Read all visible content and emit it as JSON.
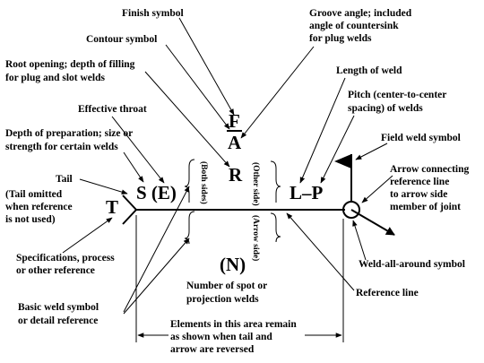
{
  "labels": {
    "finish_symbol": "Finish symbol",
    "contour_symbol": "Contour symbol",
    "root_opening_1": "Root opening; depth of filling",
    "root_opening_2": "for plug and slot welds",
    "effective_throat": "Effective throat",
    "depth_prep_1": "Depth of preparation; size or",
    "depth_prep_2": "strength for certain welds",
    "tail": "Tail",
    "tail_omitted_1": "(Tail omitted",
    "tail_omitted_2": "when reference",
    "tail_omitted_3": "is not used)",
    "specs_1": "Specifications, process",
    "specs_2": "or other reference",
    "basic_weld_1": "Basic weld symbol",
    "basic_weld_2": "or detail reference",
    "groove_angle_1": "Groove angle; included",
    "groove_angle_2": "angle of countersink",
    "groove_angle_3": "for plug welds",
    "length_of_weld": "Length of weld",
    "pitch_1": "Pitch (center-to-center",
    "pitch_2": "spacing) of welds",
    "field_weld": "Field weld symbol",
    "arrow_conn_1": "Arrow connecting",
    "arrow_conn_2": "reference line",
    "arrow_conn_3": "to arrow side",
    "arrow_conn_4": "member of joint",
    "weld_all_around": "Weld-all-around symbol",
    "reference_line": "Reference line",
    "num_spot_1": "Number of spot or",
    "num_spot_2": "projection welds",
    "elements_1": "Elements in this area remain",
    "elements_2": "as shown when tail and",
    "elements_3": "arrow are reversed"
  },
  "symbols": {
    "F": "F",
    "A": "A",
    "R": "R",
    "S_E": "S (E)",
    "L_P": "L–P",
    "T": "T",
    "N": "(N)"
  },
  "side_labels": {
    "both_sides": "(Both sides)",
    "other_side": "(Other side)",
    "arrow_side": "(Arrow side)"
  }
}
